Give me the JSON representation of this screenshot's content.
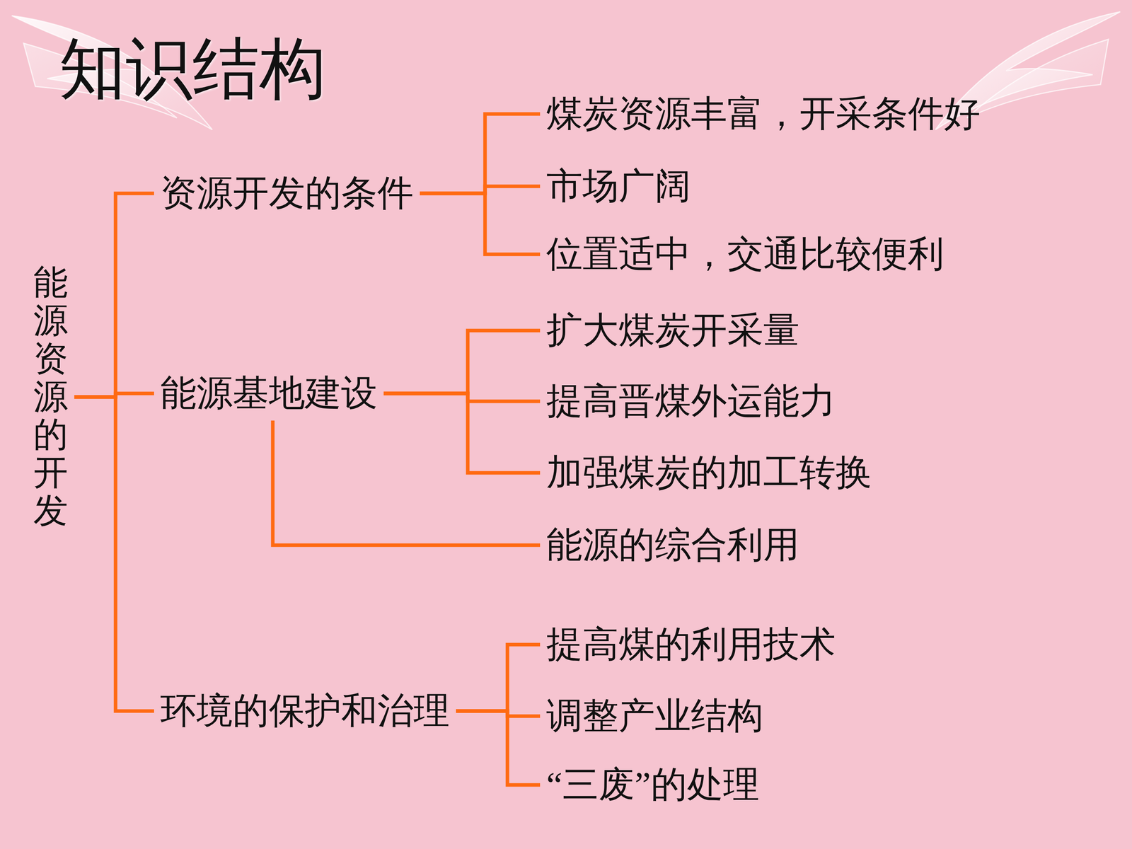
{
  "diagram": {
    "title": "知识结构",
    "nodes": [
      {
        "text": [
          "能源资源的开发"
        ]
      },
      {
        "text": [
          "资源开发的条件"
        ]
      },
      {
        "text": [
          "煤炭资源丰富，开采条件好"
        ]
      },
      {
        "text": [
          "市场广阔"
        ]
      },
      {
        "text": [
          "位置适中，交通比较便利"
        ]
      },
      {
        "text": [
          "能源基地建设"
        ]
      },
      {
        "text": [
          "扩大煤炭开采量"
        ]
      },
      {
        "text": [
          "提高晋煤外运能力"
        ]
      },
      {
        "text": [
          "加强煤炭的加工转换"
        ]
      },
      {
        "text": [
          "能源的综合利用"
        ]
      },
      {
        "text": [
          "环境的保护和治理"
        ]
      },
      {
        "text": [
          "提高煤的利用技术"
        ]
      },
      {
        "text": [
          "调整产业结构"
        ]
      },
      {
        "text": [
          "“三废”的处理"
        ]
      }
    ],
    "edges": [
      {
        "from": 0,
        "to": 1,
        "arrow": "none"
      },
      {
        "from": 0,
        "to": 5,
        "arrow": "none"
      },
      {
        "from": 0,
        "to": 10,
        "arrow": "none"
      },
      {
        "from": 1,
        "to": 2,
        "arrow": "none"
      },
      {
        "from": 1,
        "to": 3,
        "arrow": "none"
      },
      {
        "from": 1,
        "to": 4,
        "arrow": "none"
      },
      {
        "from": 5,
        "to": 6,
        "arrow": "none"
      },
      {
        "from": 5,
        "to": 7,
        "arrow": "none"
      },
      {
        "from": 5,
        "to": 8,
        "arrow": "none"
      },
      {
        "from": 5,
        "to": 9,
        "arrow": "none"
      },
      {
        "from": 10,
        "to": 11,
        "arrow": "none"
      },
      {
        "from": 10,
        "to": 12,
        "arrow": "none"
      },
      {
        "from": 10,
        "to": 13,
        "arrow": "none"
      }
    ]
  }
}
